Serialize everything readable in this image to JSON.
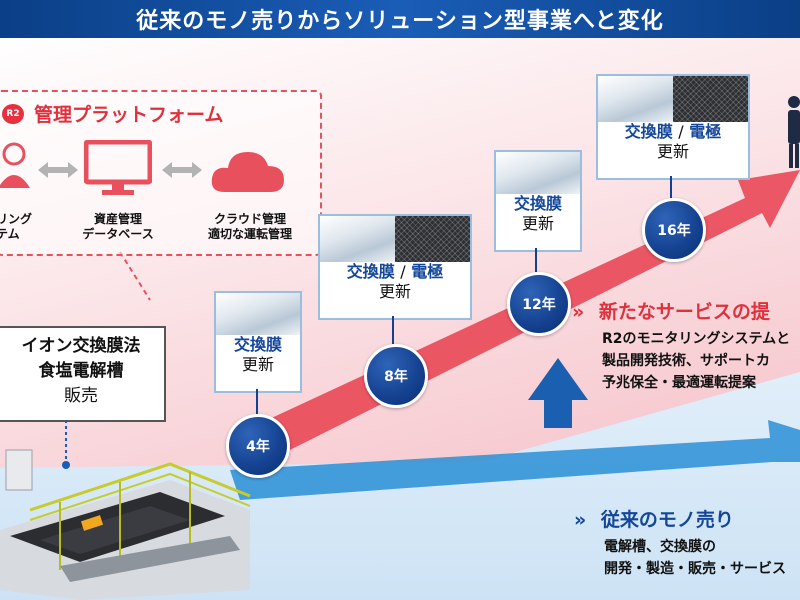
{
  "title": "従来のモノ売りからソリューション型事業へと変化",
  "platform": {
    "logo_text": "R2",
    "title": "管理プラットフォーム",
    "monitoring_label_1": "リング",
    "monitoring_label_2": "テム",
    "database_label_1": "資産管理",
    "database_label_2": "データベース",
    "cloud_label_1": "クラウド管理",
    "cloud_label_2": "適切な運転管理"
  },
  "sales": {
    "line1": "イオン交換膜法",
    "line2": "食塩電解槽",
    "line3": "販売"
  },
  "cards": [
    {
      "title_part1": "交換膜",
      "separator": "",
      "title_part2": "",
      "sub": "更新"
    },
    {
      "title_part1": "交換膜",
      "separator": "/",
      "title_part2": "電極",
      "sub": "更新"
    },
    {
      "title_part1": "交換膜",
      "separator": "",
      "title_part2": "",
      "sub": "更新"
    },
    {
      "title_part1": "交換膜",
      "separator": "/",
      "title_part2": "電極",
      "sub": "更新"
    }
  ],
  "years": [
    "4年",
    "8年",
    "12年",
    "16年"
  ],
  "new_services": {
    "marker": "»",
    "title": "新たなサービスの提",
    "line1": "R2のモニタリングシステムと",
    "line2": "製品開発技術、サポートカ",
    "line3": "予兆保全・最適運転提案"
  },
  "traditional": {
    "marker": "»",
    "title": "従来のモノ売り",
    "line1": "電解槽、交換膜の",
    "line2": "開発・製造・販売・サービス"
  },
  "colors": {
    "title_bar": "#0b3f86",
    "accent_red": "#e0303d",
    "accent_blue": "#14479a",
    "arrow_red": "#e94b59",
    "arrow_blue": "#2a8fd6",
    "up_arrow": "#1b5fb0"
  },
  "icons": {
    "monitoring": "operator-headset-icon",
    "database": "monitor-icon",
    "cloud": "cloud-icon",
    "link": "double-arrow-icon"
  }
}
